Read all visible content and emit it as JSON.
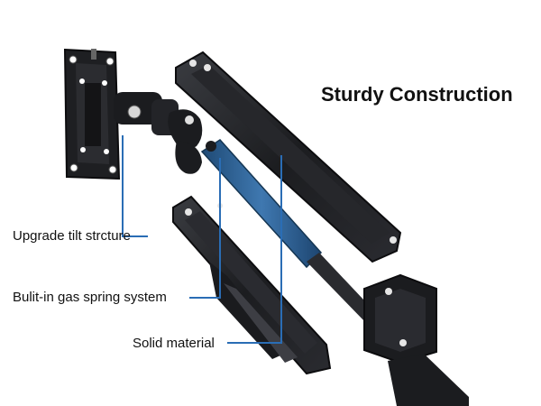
{
  "headline": "Sturdy Construction",
  "callouts": [
    {
      "label": "Upgrade tilt strcture"
    },
    {
      "label": "Bulit-in gas spring system"
    },
    {
      "label": "Solid material"
    }
  ],
  "colors": {
    "background": "#ffffff",
    "metal": "#1c1d20",
    "metal_highlight": "#3a3c41",
    "gas_spring": "#2e5f91",
    "callout_line": "#2a6db5",
    "text": "#111111"
  }
}
